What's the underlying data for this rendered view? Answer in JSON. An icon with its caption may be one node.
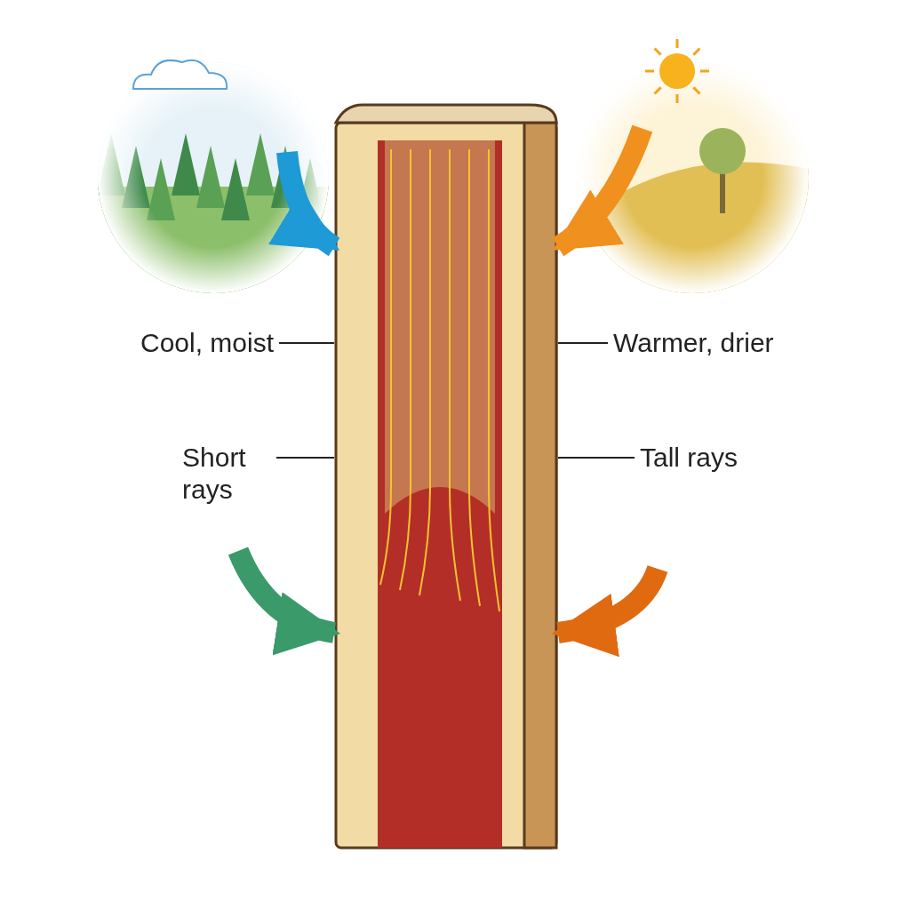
{
  "diagram": {
    "nodes": [
      {
        "text": [],
        "shape": "picture"
      },
      {
        "text": [],
        "shape": "picture"
      },
      {
        "text": [],
        "shape": "picture"
      },
      {
        "text": [
          "Cool, moist"
        ]
      },
      {
        "text": [
          "Warmer, drier"
        ]
      },
      {
        "text": [
          "Short rays"
        ]
      },
      {
        "text": [
          "Tall rays"
        ]
      }
    ],
    "edges": [
      {
        "from": 0,
        "to": 1,
        "arrow": "to",
        "style": "thick",
        "color": "#1e9ad6"
      },
      {
        "from": 2,
        "to": 1,
        "arrow": "to",
        "style": "thick",
        "color": "#f0901e"
      },
      {
        "from": null,
        "to": 1,
        "arrow": "to",
        "style": "thick",
        "color": "#3a9a6a"
      },
      {
        "from": null,
        "to": 1,
        "arrow": "to",
        "style": "thick",
        "color": "#e06a10"
      },
      {
        "from": 3,
        "to": 1,
        "arrow": "none"
      },
      {
        "from": 4,
        "to": 1,
        "arrow": "none"
      },
      {
        "from": 5,
        "to": 1,
        "arrow": "none"
      },
      {
        "from": 6,
        "to": 1,
        "arrow": "none"
      }
    ]
  }
}
